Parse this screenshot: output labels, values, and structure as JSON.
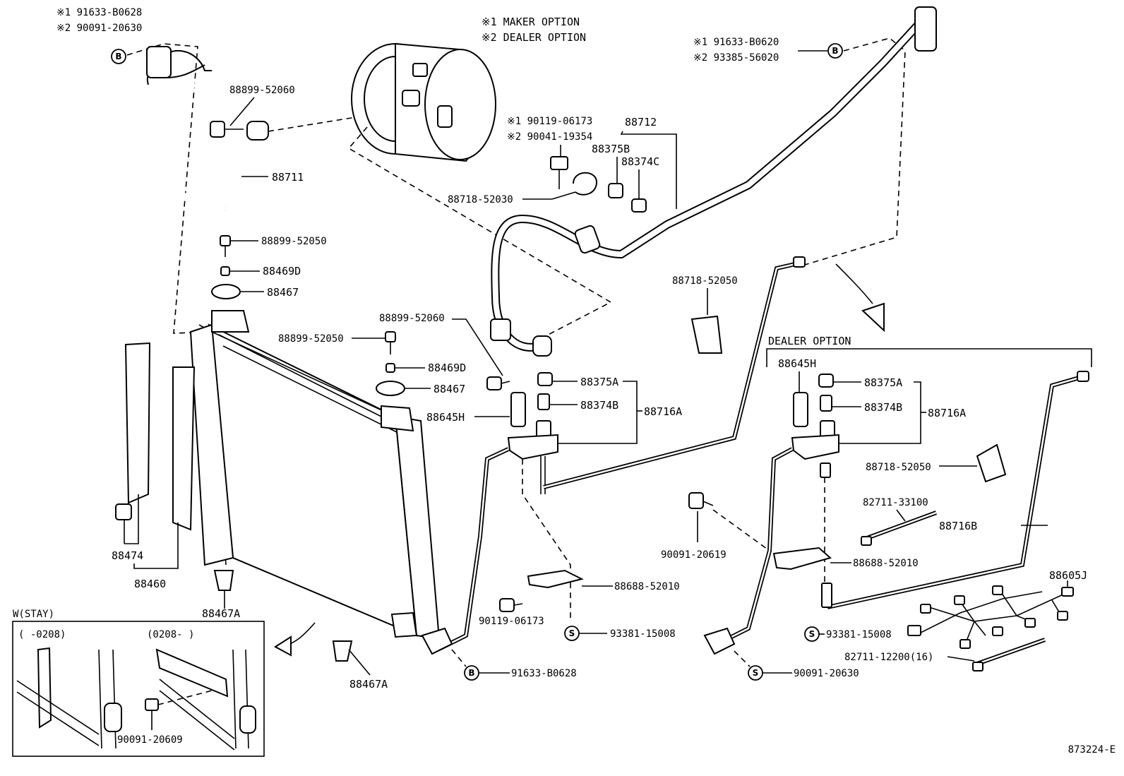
{
  "legend": {
    "maker": "※1 MAKER OPTION",
    "dealer": "※2 DEALER OPTION"
  },
  "dealer_option_heading": "DEALER OPTION",
  "stay_box": {
    "title": "W(STAY)",
    "left_range": "(    -0208)",
    "right_range": "(0208-    )",
    "bolt": "90091-20609"
  },
  "figure_code": "873224-E",
  "labels": {
    "tl_m1": "※1 91633-B0628",
    "tl_m2": "※2 90091-20630",
    "tr_m1": "※1 91633-B0620",
    "tr_m2": "※2 93385-56020",
    "c_m1": "※1 90119-06173",
    "c_m2": "※2 90041-19354",
    "p88899_52060_top": "88899-52060",
    "p88711": "88711",
    "p88712": "88712",
    "p88375B": "88375B",
    "p88374C": "88374C",
    "p88718_52030": "88718-52030",
    "p88899_52050_a": "88899-52050",
    "p88469D_a": "88469D",
    "p88467_a": "88467",
    "p88718_52050_a": "88718-52050",
    "p88899_52060_mid": "88899-52060",
    "p88899_52050_b": "88899-52050",
    "p88469D_b": "88469D",
    "p88467_b": "88467",
    "p88375A_a": "88375A",
    "p88374B_a": "88374B",
    "p88716A_a": "88716A",
    "p88645H_a": "88645H",
    "p88474": "88474",
    "p88460": "88460",
    "p88467A_a": "88467A",
    "p88467A_b": "88467A",
    "p90119_06173": "90119-06173",
    "p88688_52010_a": "88688-52010",
    "p93381_15008_a": "93381-15008",
    "p91633_B0628": "91633-B0628",
    "p88645H_b": "88645H",
    "p88375A_b": "88375A",
    "p88374B_b": "88374B",
    "p88716A_b": "88716A",
    "p88718_52050_b": "88718-52050",
    "p82711_33100": "82711-33100",
    "p88716B": "88716B",
    "p90091_20619": "90091-20619",
    "p88688_52010_b": "88688-52010",
    "p88605J": "88605J",
    "p93381_15008_b": "93381-15008",
    "p82711_12200": "82711-12200(16)",
    "p90091_20630": "90091-20630"
  },
  "markers": {
    "b": "B",
    "s": "S"
  }
}
